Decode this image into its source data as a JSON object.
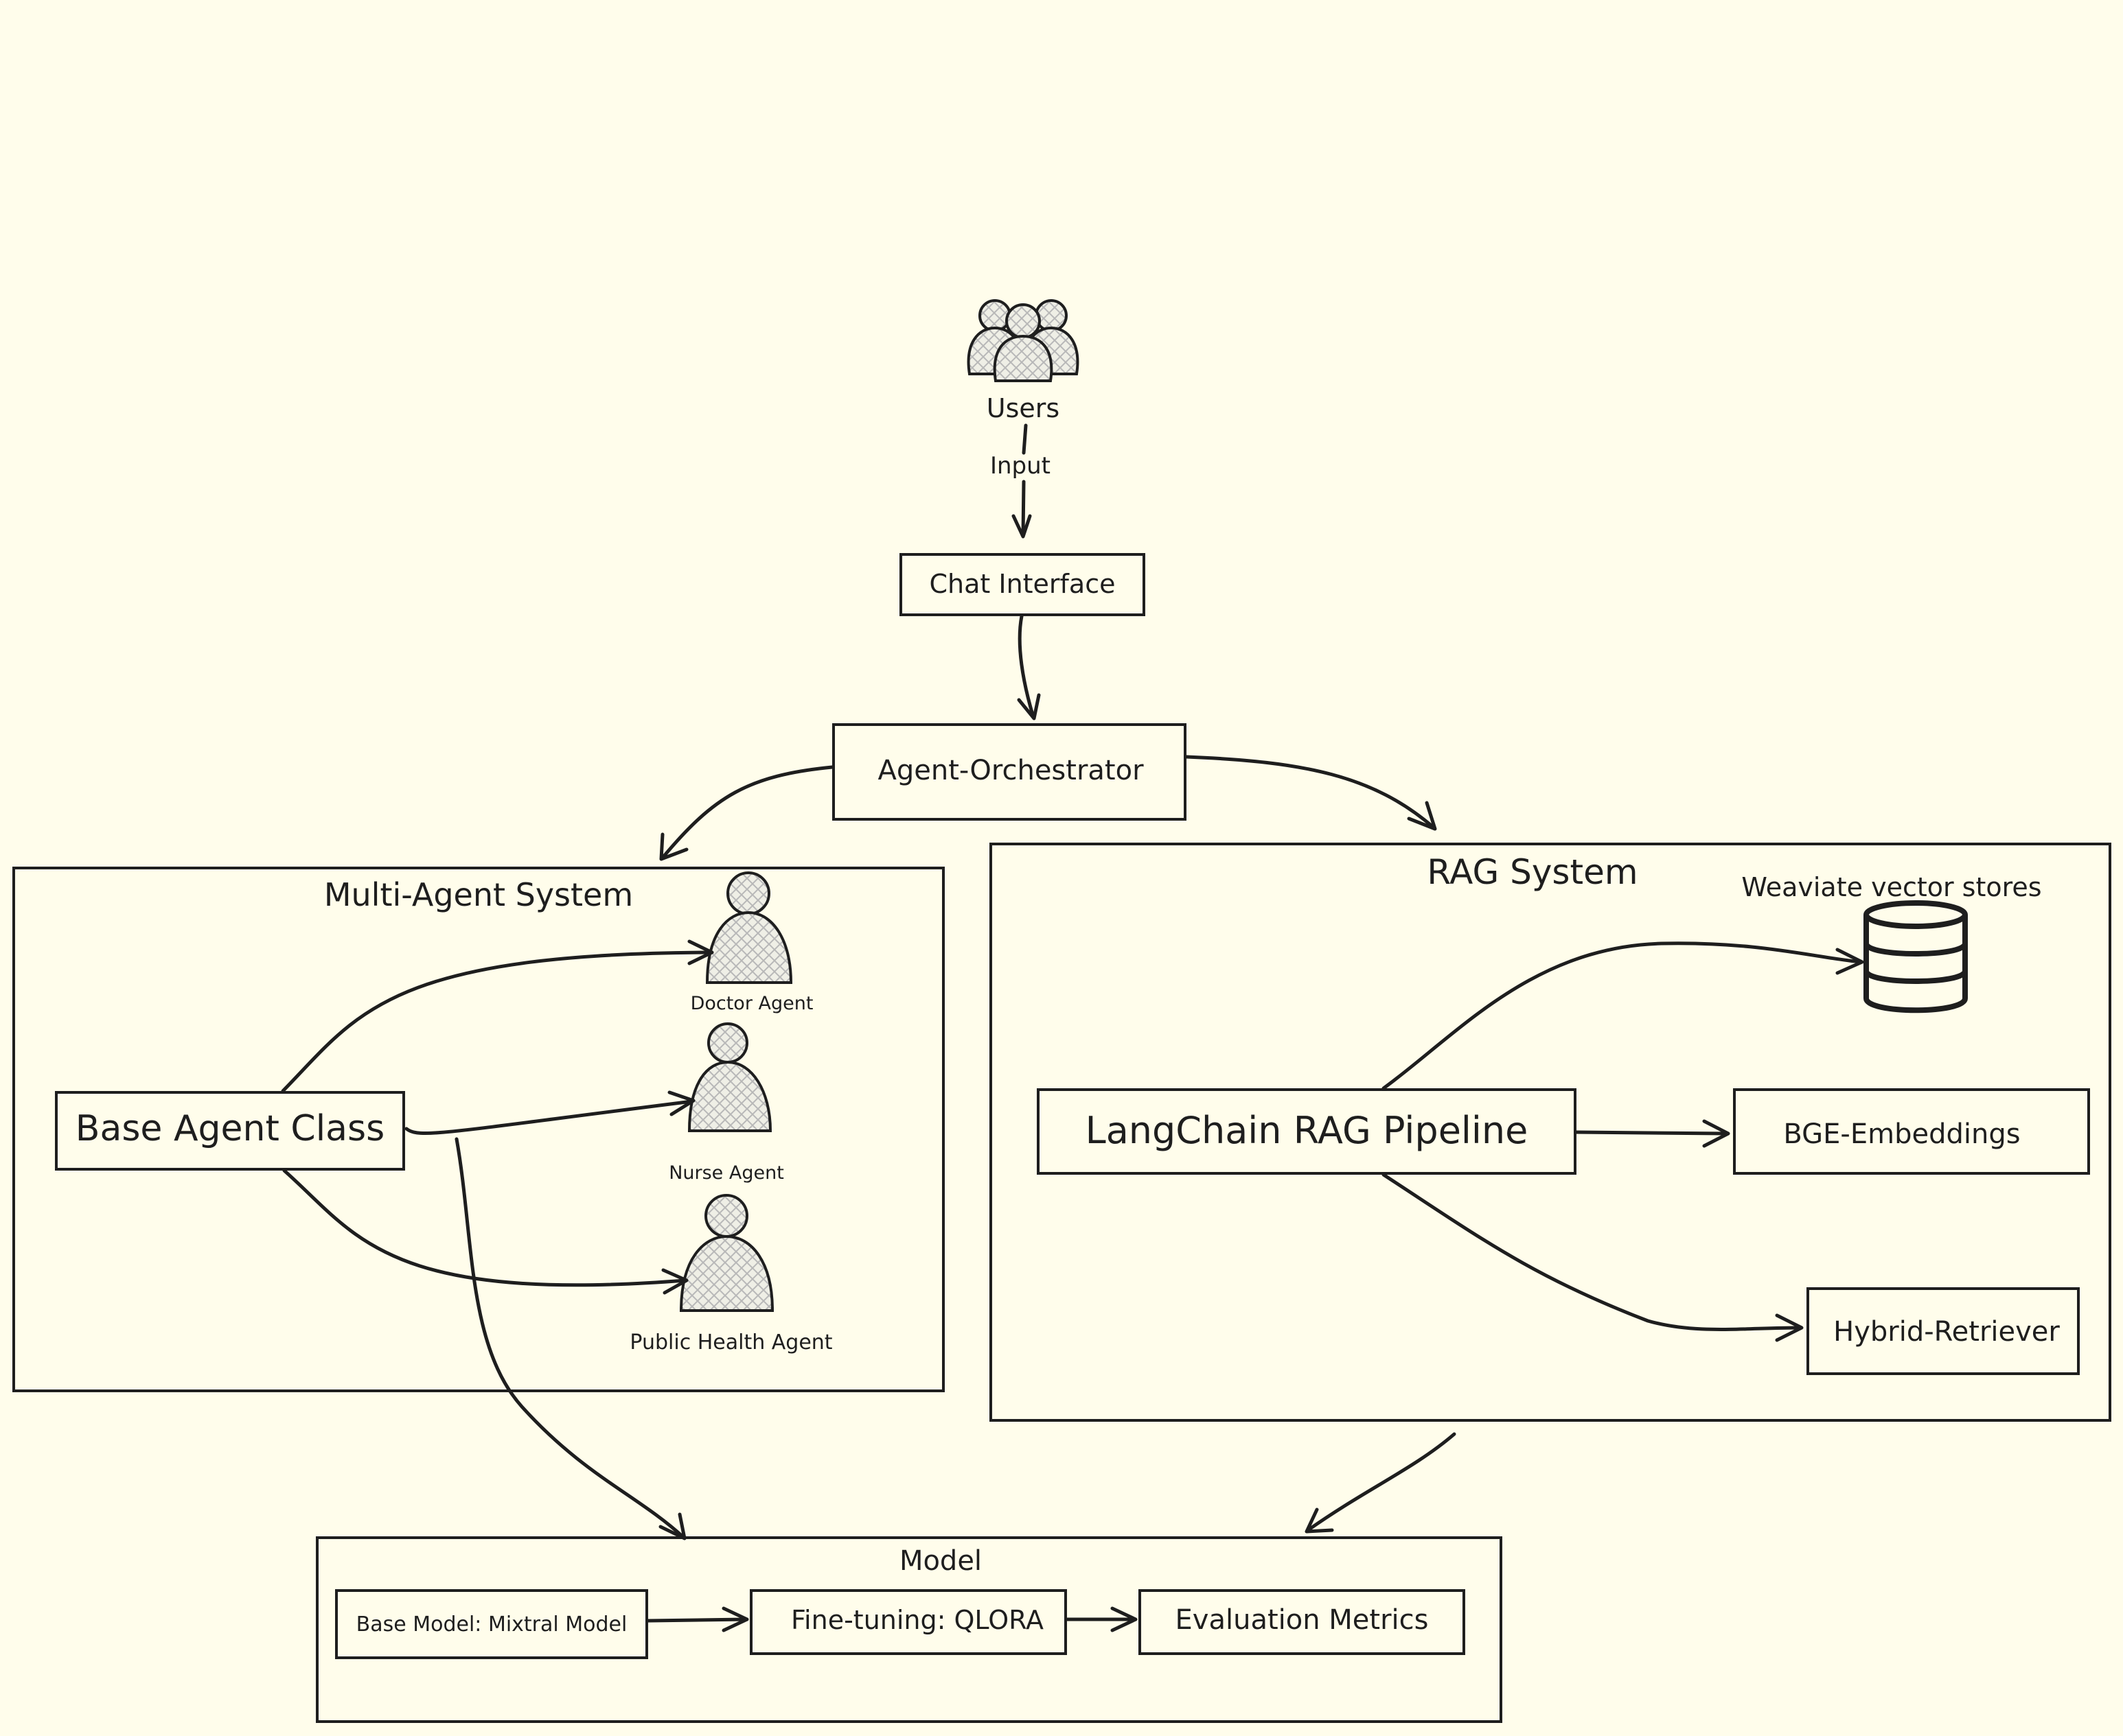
{
  "users": {
    "label": "Users",
    "icon": "users-group-icon"
  },
  "edge_labels": {
    "input": "Input"
  },
  "chat_interface": {
    "label": "Chat Interface"
  },
  "orchestrator": {
    "label": "Agent-Orchestrator"
  },
  "multi_agent": {
    "title": "Multi-Agent System",
    "base_class": "Base Agent Class",
    "agents": [
      {
        "label": "Doctor Agent",
        "icon": "person-icon"
      },
      {
        "label": "Nurse Agent",
        "icon": "person-icon"
      },
      {
        "label": "Public Health Agent",
        "icon": "person-icon"
      }
    ]
  },
  "rag": {
    "title": "RAG System",
    "pipeline": "LangChain RAG Pipeline",
    "vector_store": {
      "label": "Weaviate vector stores",
      "icon": "database-icon"
    },
    "embeddings": "BGE-Embeddings",
    "retriever": "Hybrid-Retriever"
  },
  "model": {
    "title": "Model",
    "base_model": "Base Model: Mixtral Model",
    "fine_tuning": "Fine-tuning: QLORA",
    "evaluation": "Evaluation Metrics"
  },
  "colors": {
    "background": "#fffdeb",
    "stroke": "#1e1e1e",
    "hatch": "#c8c8c8"
  }
}
